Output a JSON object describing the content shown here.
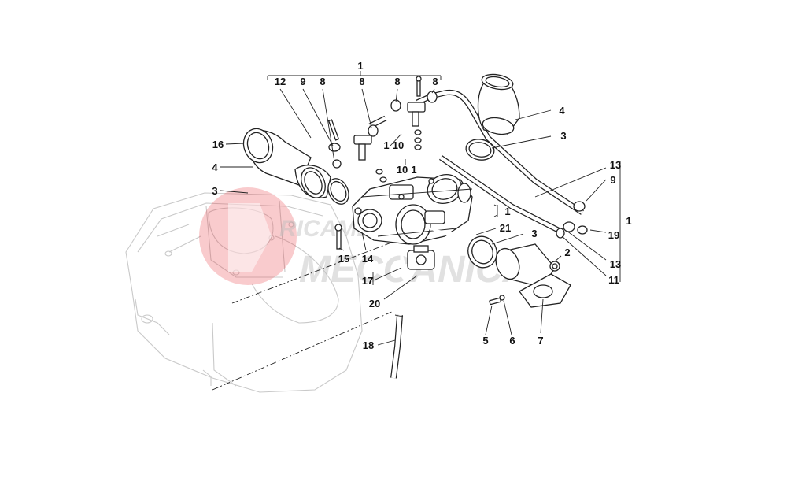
{
  "diagram": {
    "callouts": {
      "top_1": "1",
      "c12": "12",
      "c9_top": "9",
      "c8_a": "8",
      "c8_b": "8",
      "c8_c": "8",
      "c8_d": "8",
      "c4_right": "4",
      "c3_right": "3",
      "c16": "16",
      "c4_left": "4",
      "c3_left": "3",
      "c1_10_a": "1",
      "c10_a": "10",
      "c10_b": "10",
      "c1_10_b": "1",
      "c13_top": "13",
      "c9_right": "9",
      "c1_right": "1",
      "c19": "19",
      "c13_bottom": "13",
      "c11": "11",
      "c1_mid": "1",
      "c21": "21",
      "c3_mid": "3",
      "c2": "2",
      "c15": "15",
      "c14": "14",
      "c17": "17",
      "c20": "20",
      "c5": "5",
      "c6": "6",
      "c7": "7",
      "c18": "18"
    },
    "watermark": {
      "line1": "RICAMBI",
      "line2": "MECCANICA"
    }
  }
}
